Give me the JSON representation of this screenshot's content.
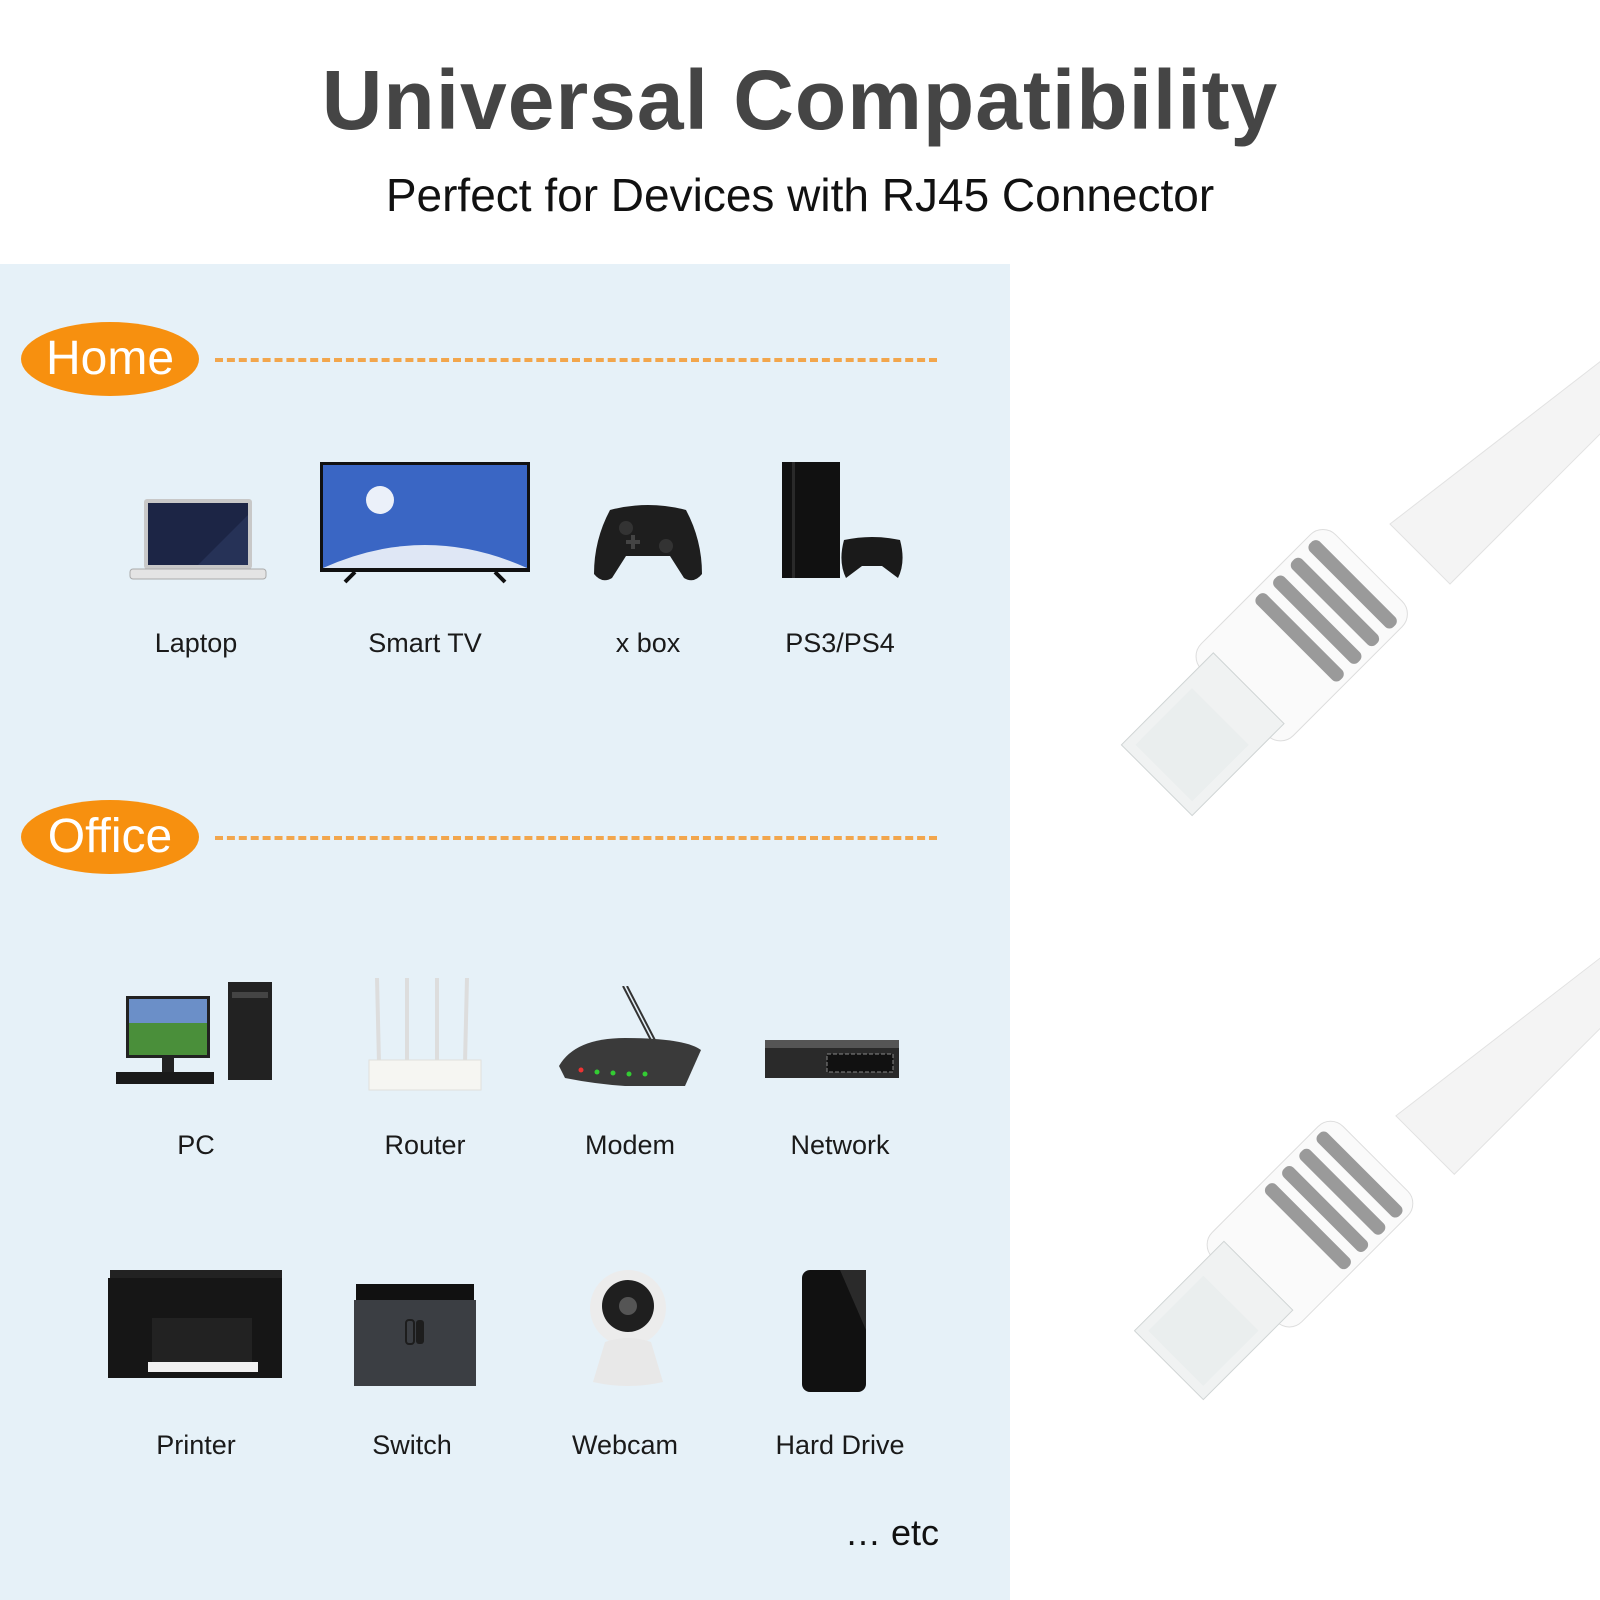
{
  "header": {
    "title": "Universal Compatibility",
    "subtitle": "Perfect for Devices with RJ45 Connector"
  },
  "sections": [
    {
      "label": "Home",
      "items": [
        {
          "label": "Laptop",
          "icon": "laptop-icon"
        },
        {
          "label": "Smart TV",
          "icon": "tv-icon"
        },
        {
          "label": "x box",
          "icon": "game-controller-icon"
        },
        {
          "label": "PS3/PS4",
          "icon": "console-icon"
        }
      ]
    },
    {
      "label": "Office",
      "items": [
        {
          "label": "PC",
          "icon": "desktop-pc-icon"
        },
        {
          "label": "Router",
          "icon": "router-icon"
        },
        {
          "label": "Modem",
          "icon": "modem-icon"
        },
        {
          "label": "Network",
          "icon": "network-switch-icon"
        },
        {
          "label": "Printer",
          "icon": "printer-icon"
        },
        {
          "label": "Switch",
          "icon": "switch-dock-icon"
        },
        {
          "label": "Webcam",
          "icon": "webcam-icon"
        },
        {
          "label": "Hard Drive",
          "icon": "hard-drive-icon"
        }
      ]
    }
  ],
  "footer": {
    "etc": "… etc"
  },
  "colors": {
    "accent": "#f7900f",
    "dash": "#f2a64d",
    "panel_bg": "#e6f1f8",
    "title": "#454545"
  }
}
